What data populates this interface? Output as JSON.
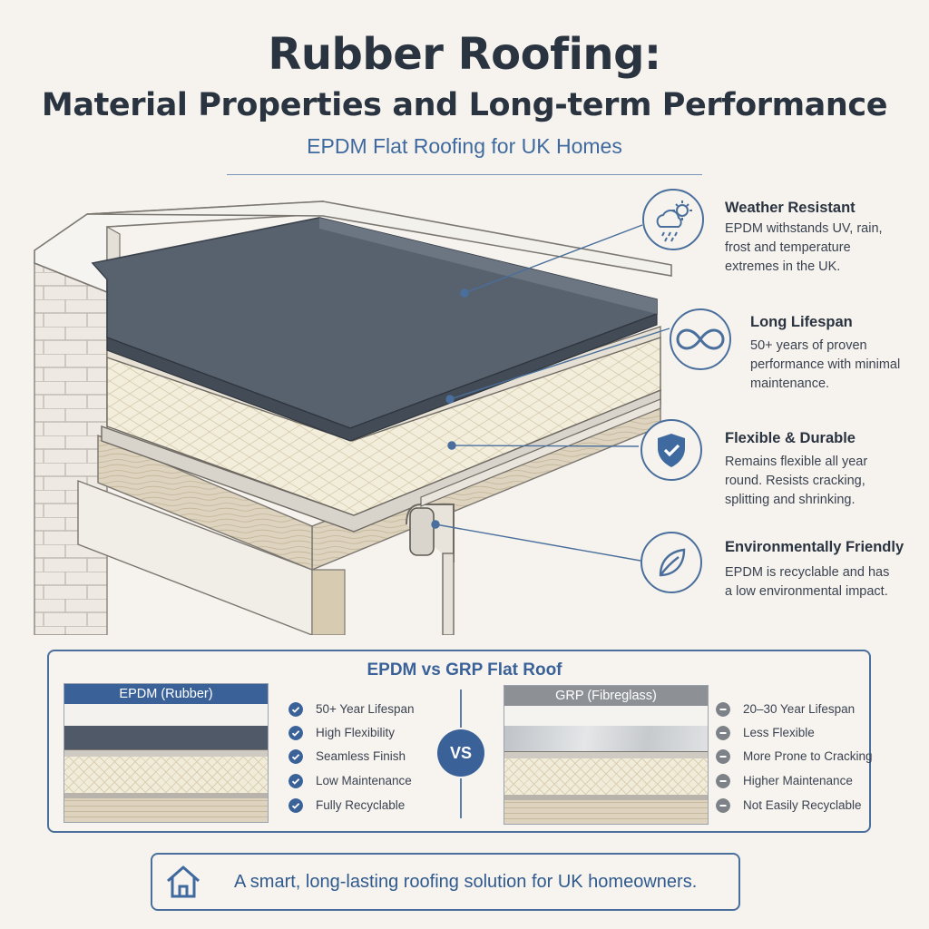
{
  "header": {
    "title_line1": "Rubber Roofing:",
    "title_line2": "Material Properties and Long-term Performance",
    "subtitle": "EPDM Flat Roofing for UK Homes"
  },
  "features": [
    {
      "icon": "weather-icon",
      "title": "Weather Resistant",
      "desc": "EPDM withstands UV, rain, frost and temperature extremes in the UK."
    },
    {
      "icon": "infinity-icon",
      "title": "Long Lifespan",
      "desc": "50+ years of proven performance with minimal maintenance."
    },
    {
      "icon": "shield-check-icon",
      "title": "Flexible & Durable",
      "desc": "Remains flexible all year round. Resists cracking, splitting and shrinking."
    },
    {
      "icon": "leaf-icon",
      "title": "Environmentally Friendly",
      "desc": "EPDM is recyclable and has a low environmental impact."
    }
  ],
  "comparison": {
    "title": "EPDM vs GRP Flat Roof",
    "vs_label": "VS",
    "epdm": {
      "label": "EPDM (Rubber)",
      "points": [
        "50+ Year Lifespan",
        "High Flexibility",
        "Seamless Finish",
        "Low Maintenance",
        "Fully Recyclable"
      ]
    },
    "grp": {
      "label": "GRP (Fibreglass)",
      "points": [
        "20–30 Year Lifespan",
        "Less Flexible",
        "More Prone to Cracking",
        "Higher Maintenance",
        "Not Easily Recyclable"
      ]
    }
  },
  "footer": {
    "icon": "house-icon",
    "text": "A smart, long-lasting roofing solution for UK homeowners."
  },
  "colors": {
    "accent_blue": "#3a6298",
    "epdm_membrane": "#505c6c",
    "insulation": "#f1ecd9",
    "timber": "#ddd3bf",
    "check_mark": "#3a6298",
    "minus_mark": "#7d8288"
  }
}
